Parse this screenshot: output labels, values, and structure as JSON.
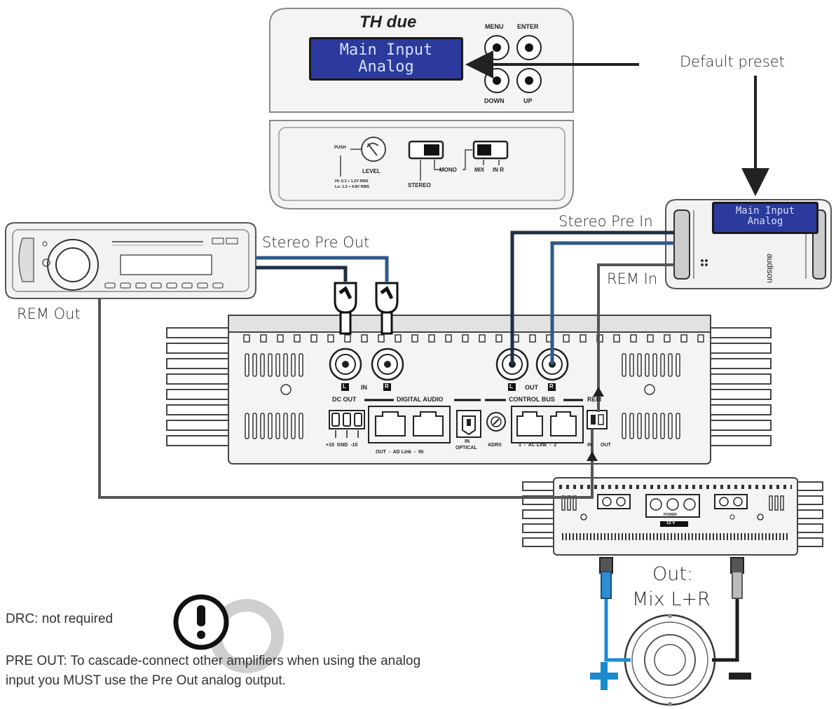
{
  "th_due": {
    "title": "TH due",
    "lcd_line1": "Main Input",
    "lcd_line2": "Analog",
    "btn_menu": "MENU",
    "btn_enter": "ENTER",
    "btn_down": "DOWN",
    "btn_up": "UP",
    "push": "PUSH",
    "level": "LEVEL",
    "hi_range": "Hi:   0.3 ÷ 1.2V RMS",
    "lo_range": "Lo:   1.2 ÷ 4.8V RMS",
    "stereo": "STEREO",
    "mono": "MONO",
    "mix": "MIX",
    "in_r": "IN R"
  },
  "labels": {
    "default_preset": "Default preset",
    "stereo_pre_out": "Stereo Pre Out",
    "stereo_pre_in": "Stereo Pre In",
    "rem_in": "REM In",
    "rem_out": "REM Out",
    "out": "Out:",
    "mix_lr": "Mix L+R"
  },
  "remote_lcd": {
    "line1": "Main Input",
    "line2": "Analog",
    "brand": "audison"
  },
  "amp": {
    "in_l": "L",
    "in_text": "IN",
    "in_r": "R",
    "out_l": "L",
    "out_text": "OUT",
    "out_r": "R",
    "dc_out": "DC OUT",
    "digital_audio": "DIGITAL AUDIO",
    "control_bus": "CONTROL BUS",
    "rem": "REM",
    "dc_pins": "+15  GND  -15",
    "ad_link": "OUT  -  AD Link  -  IN",
    "optical_in": "IN",
    "optical": "OPTICAL",
    "adrs": "ADRS",
    "ac_link": "1  -  AC Link  -  2",
    "rem_in": "IN",
    "rem_out": "OUT"
  },
  "small_amp": {
    "label1": "12 V",
    "label2": "POWER"
  },
  "notes": {
    "drc": "DRC: not required",
    "pre_out_line1": "PRE OUT: To cascade-connect other amplifiers when using the analog",
    "pre_out_line2": "input you MUST use the Pre Out analog output."
  },
  "polarity": {
    "plus": "+",
    "minus": "−"
  },
  "colors": {
    "cable_blue": "#2f5a88",
    "cable_dark": "#1f2f44",
    "cable_gray": "#555555",
    "lcd_blue": "#2b3a9c",
    "plus_blue": "#1b8bd0"
  }
}
